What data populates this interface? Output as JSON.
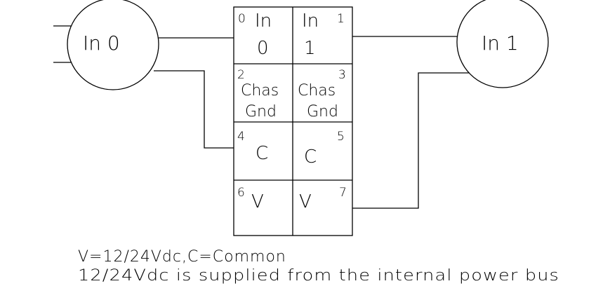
{
  "circles": {
    "left": "In 0",
    "right": "In 1"
  },
  "terminals": [
    {
      "number": "0",
      "line1": "In",
      "line2": "0"
    },
    {
      "number": "1",
      "line1": "In",
      "line2": "1"
    },
    {
      "number": "2",
      "line1": "Chas",
      "line2": "Gnd"
    },
    {
      "number": "3",
      "line1": "Chas",
      "line2": "Gnd"
    },
    {
      "number": "4",
      "line1": "C",
      "line2": ""
    },
    {
      "number": "5",
      "line1": "C",
      "line2": ""
    },
    {
      "number": "6",
      "line1": "V",
      "line2": ""
    },
    {
      "number": "7",
      "line1": "V",
      "line2": ""
    }
  ],
  "notes": {
    "line1": "V=12/24Vdc,C=Common",
    "line2": "12/24Vdc is supplied from the internal power bus"
  },
  "colors": {
    "stroke": "#000000",
    "background": "#ffffff"
  }
}
